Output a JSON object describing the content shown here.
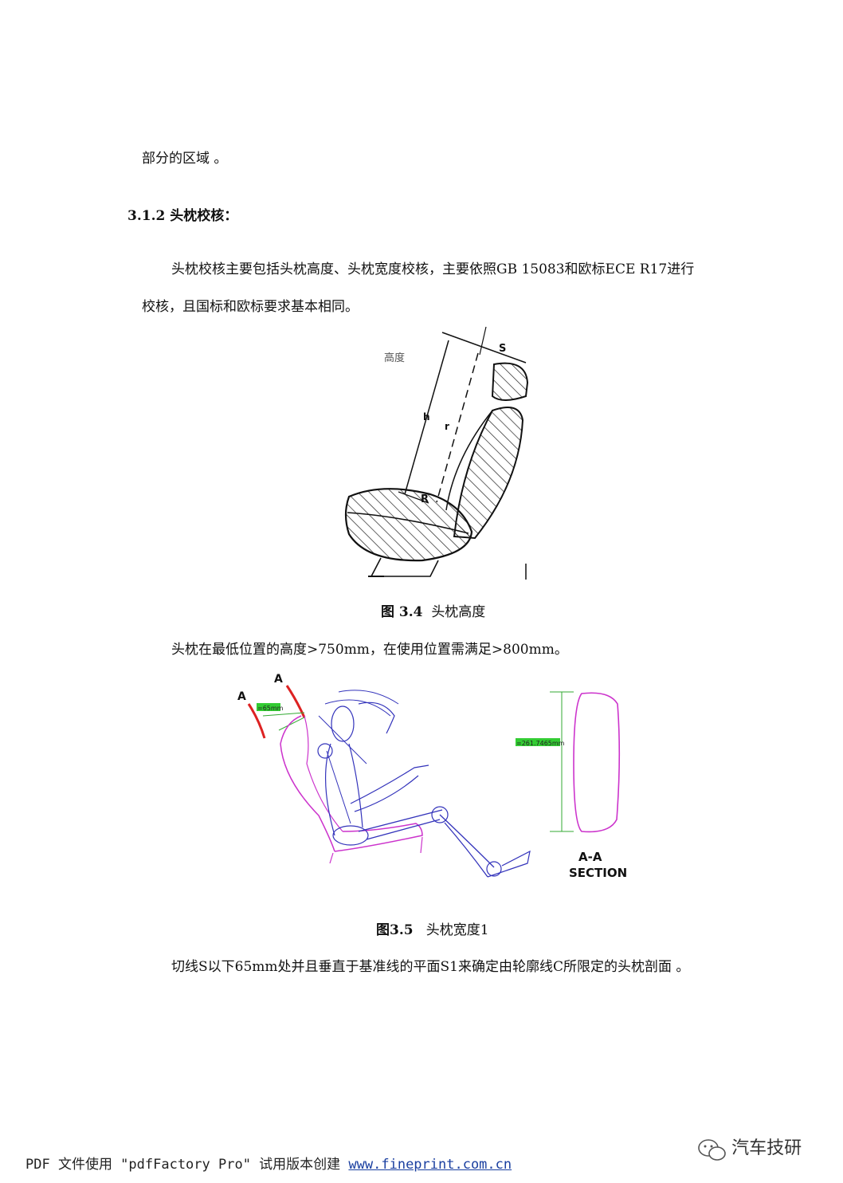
{
  "body": {
    "line_top": "部分的区域 。",
    "heading": "3.1.2  头枕校核：",
    "para1_line1": "头枕校核主要包括头枕高度、头枕宽度校核，主要依照GB 15083和欧标ECE R17进行",
    "para1_line2": "校核，且国标和欧标要求基本相同。",
    "para2": "头枕在最低位置的高度>750mm，在使用位置需满足>800mm。",
    "para3": "切线S以下65mm处并且垂直于基准线的平面S1来确定由轮廓线C所限定的头枕剖面 。"
  },
  "figure1": {
    "label_height": "高度",
    "label_s": "S",
    "label_h": "h",
    "label_r_small": "r",
    "label_R": "R",
    "caption_num": "图  3.4",
    "caption_text": "头枕高度"
  },
  "figure2": {
    "label_a1": "A",
    "label_a2": "A",
    "dim_small": "=65mm",
    "dim_width": "=261.7465mm",
    "section_line1": "A-A",
    "section_line2": "SECTION",
    "caption_num": "图3.5",
    "caption_text": "头枕宽度1"
  },
  "footer": {
    "text": "PDF 文件使用 \"pdfFactory Pro\" 试用版本创建",
    "link": "www.fineprint.com.cn",
    "watermark": "汽车技研"
  }
}
